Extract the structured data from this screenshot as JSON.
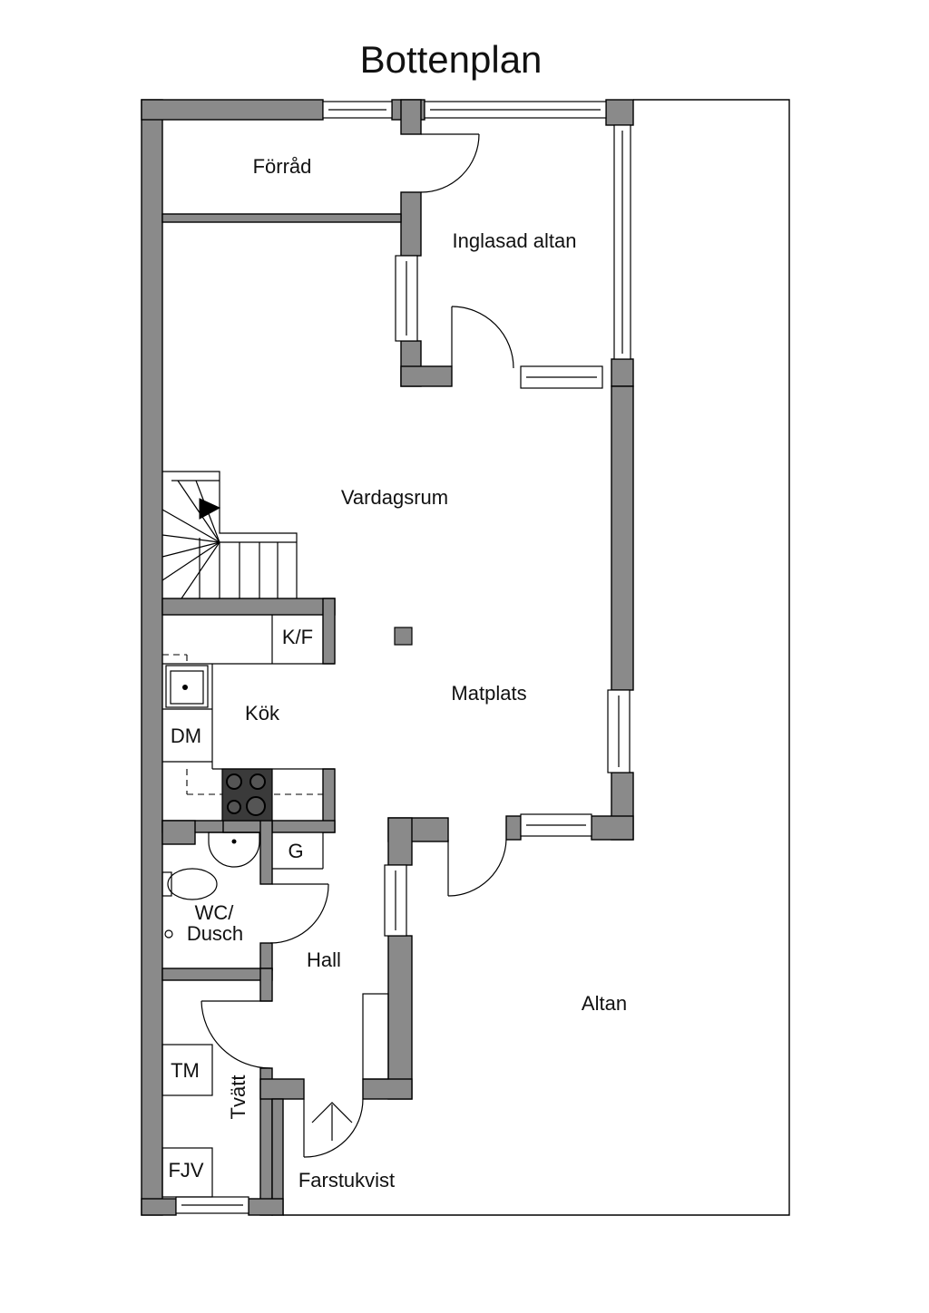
{
  "title": "Bottenplan",
  "rooms": {
    "forrad": "Förråd",
    "inglasad_altan": "Inglasad altan",
    "vardagsrum": "Vardagsrum",
    "matplats": "Matplats",
    "kok": "Kök",
    "wc_dusch_line1": "WC/",
    "wc_dusch_line2": "Dusch",
    "hall": "Hall",
    "tvatt": "Tvätt",
    "altan": "Altan",
    "farstukvist": "Farstukvist"
  },
  "fixtures": {
    "kf": "K/F",
    "dm": "DM",
    "g": "G",
    "tm": "TM",
    "fjv": "FJV"
  }
}
